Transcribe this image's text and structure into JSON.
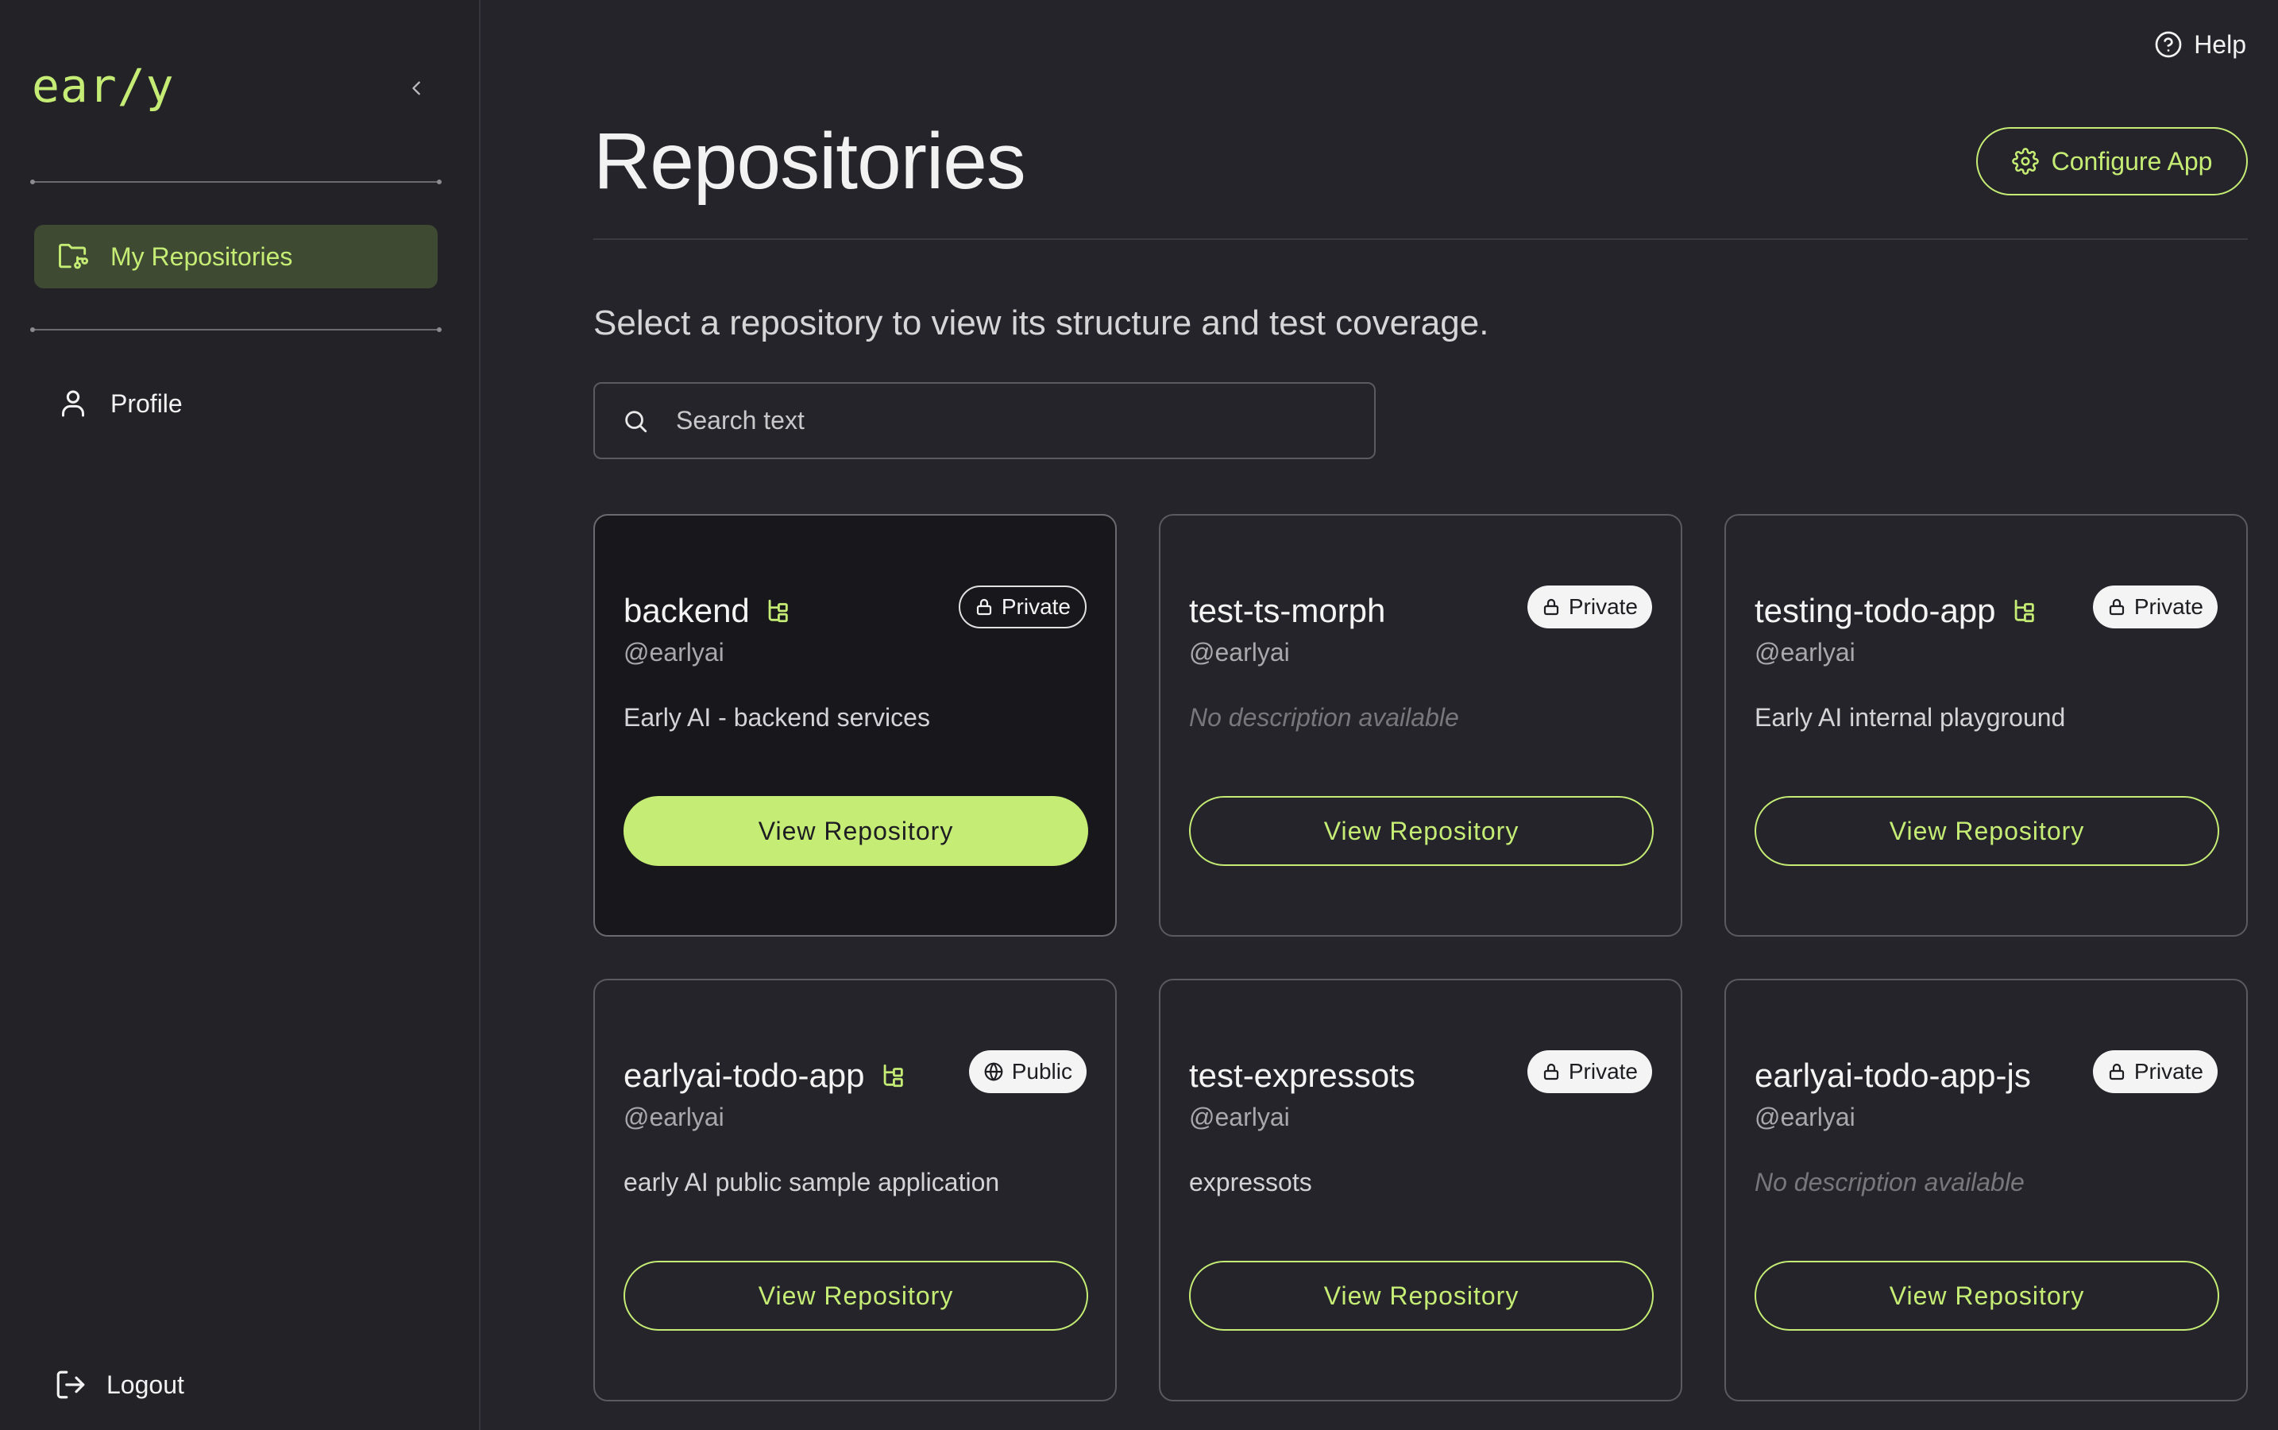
{
  "app": {
    "logo_text": "ear/y",
    "collapse_icon": "chevron-left-icon"
  },
  "sidebar": {
    "items": [
      {
        "label": "My Repositories",
        "icon": "folder-tree-icon",
        "active": true
      },
      {
        "label": "Profile",
        "icon": "user-icon",
        "active": false
      }
    ],
    "logout_label": "Logout"
  },
  "header": {
    "help_label": "Help",
    "title": "Repositories",
    "configure_label": "Configure App"
  },
  "main": {
    "subtitle": "Select a repository to view its structure and test coverage.",
    "search_placeholder": "Search text",
    "view_label": "View Repository"
  },
  "repos": [
    {
      "name": "backend",
      "owner": "@earlyai",
      "description": "Early AI - backend services",
      "visibility": "Private",
      "structure_icon": true,
      "selected": true
    },
    {
      "name": "test-ts-morph",
      "owner": "@earlyai",
      "description": "No description available",
      "visibility": "Private",
      "structure_icon": false,
      "selected": false
    },
    {
      "name": "testing-todo-app",
      "owner": "@earlyai",
      "description": "Early AI internal playground",
      "visibility": "Private",
      "structure_icon": true,
      "selected": false
    },
    {
      "name": "earlyai-todo-app",
      "owner": "@earlyai",
      "description": "early AI public sample application",
      "visibility": "Public",
      "structure_icon": true,
      "selected": false
    },
    {
      "name": "test-expressots",
      "owner": "@earlyai",
      "description": "expressots",
      "visibility": "Private",
      "structure_icon": false,
      "selected": false
    },
    {
      "name": "earlyai-todo-app-js",
      "owner": "@earlyai",
      "description": "No description available",
      "visibility": "Private",
      "structure_icon": false,
      "selected": false
    }
  ],
  "colors": {
    "accent": "#c5ec74",
    "background": "#24242a",
    "sidebar": "#222227",
    "active_nav": "#3f4a33"
  }
}
